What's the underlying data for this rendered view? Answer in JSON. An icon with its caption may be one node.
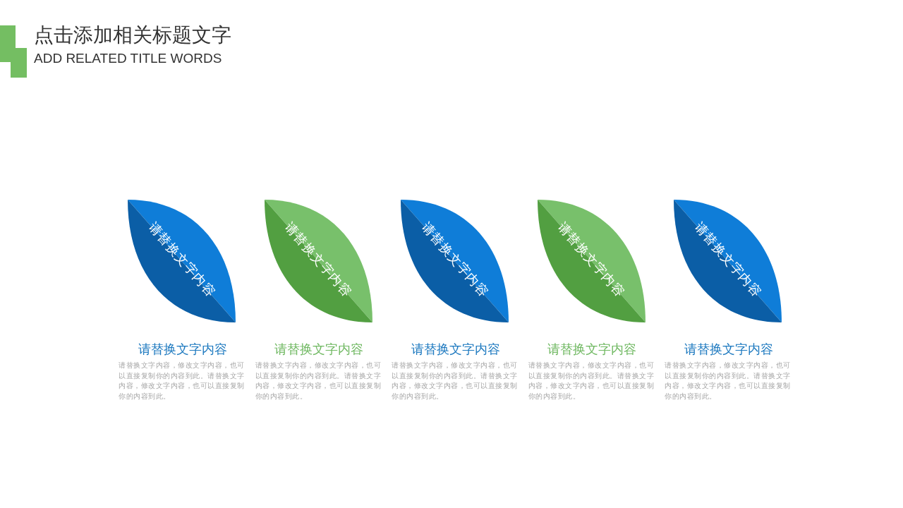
{
  "diagram": {
    "title": "点击添加相关标题文字",
    "nodes": [
      {
        "text": [
          "请替换文字内容"
        ],
        "beside": [
          "请替换文字内容",
          "请替换文字内容，修改文字内容，也可以直接复制你的内容到此。请替换文字内容，修改文字内容，也可以直接复制你的内容到此。"
        ]
      },
      {
        "text": [
          "请替换文字内容"
        ],
        "beside": [
          "请替换文字内容",
          "请替换文字内容，修改文字内容，也可以直接复制你的内容到此。请替换文字内容，修改文字内容，也可以直接复制你的内容到此。"
        ]
      },
      {
        "text": [
          "请替换文字内容"
        ],
        "beside": [
          "请替换文字内容",
          "请替换文字内容，修改文字内容，也可以直接复制你的内容到此。请替换文字内容，修改文字内容，也可以直接复制你的内容到此。"
        ]
      },
      {
        "text": [
          "请替换文字内容"
        ],
        "beside": [
          "请替换文字内容",
          "请替换文字内容，修改文字内容，也可以直接复制你的内容到此。请替换文字内容，修改文字内容，也可以直接复制你的内容到此。"
        ]
      },
      {
        "text": [
          "请替换文字内容"
        ],
        "beside": [
          "请替换文字内容",
          "请替换文字内容，修改文字内容，也可以直接复制你的内容到此。请替换文字内容，修改文字内容，也可以直接复制你的内容到此。"
        ]
      }
    ],
    "labels": [
      "ADD RELATED TITLE WORDS"
    ]
  }
}
